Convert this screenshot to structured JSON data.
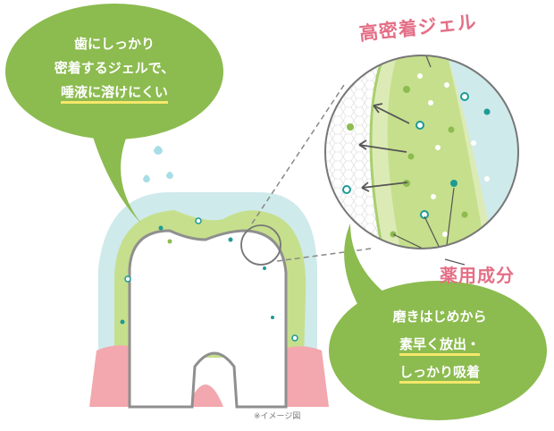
{
  "bubble_left": {
    "lines": [
      "歯にしっかり",
      "密着するジェルで、",
      "唾液に溶けにくい"
    ]
  },
  "bubble_right": {
    "lines": [
      "磨きはじめから",
      "素早く放出・",
      "しっかり吸着"
    ]
  },
  "labels": {
    "gel": "高密着ジェル",
    "medicinal": "薬用成分"
  },
  "caption": "※イメージ図",
  "colors": {
    "bubble_green": "#8cbb4f",
    "gel_green": "#c6df8c",
    "light_green": "#dcebb6",
    "saliva_blue": "#cfeaea",
    "gum_pink": "#f2a8ae",
    "label_pink": "#e46f86",
    "particle_teal": "#1e9a96",
    "highlight_yellow": "#f6e76a"
  }
}
